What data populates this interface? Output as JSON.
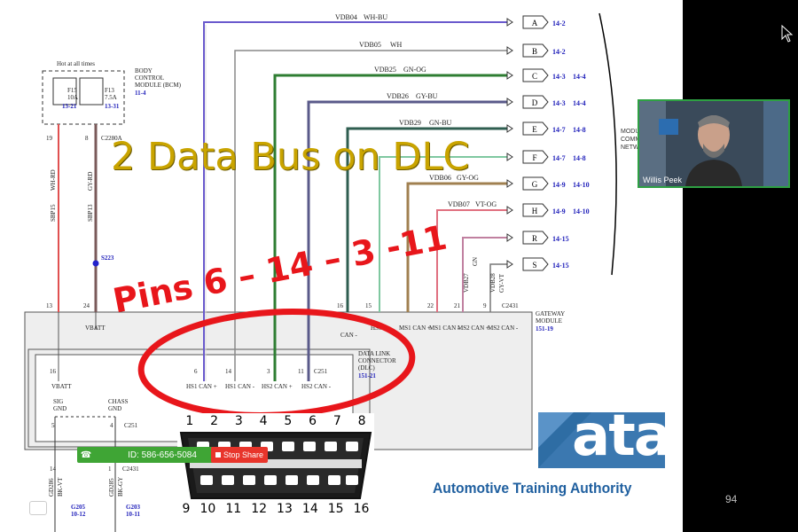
{
  "slide": {
    "headline": "2 Data Bus on DLC",
    "pins_annotation": "Pins 6 – 14 – 3 -11",
    "page_number": "94"
  },
  "wires_right": [
    {
      "circuit": "VDB04",
      "color_code": "WH-BU",
      "letter": "A",
      "refs": [
        "14-2"
      ]
    },
    {
      "circuit": "VDB05",
      "color_code": "WH",
      "letter": "B",
      "refs": [
        "14-2"
      ]
    },
    {
      "circuit": "VDB25",
      "color_code": "GN-OG",
      "letter": "C",
      "refs": [
        "14-3",
        "14-4"
      ]
    },
    {
      "circuit": "VDB26",
      "color_code": "GY-BU",
      "letter": "D",
      "refs": [
        "14-3",
        "14-4"
      ]
    },
    {
      "circuit": "VDB29",
      "color_code": "GN-BU",
      "letter": "E",
      "refs": [
        "14-7",
        "14-8"
      ]
    },
    {
      "circuit": "",
      "color_code": "",
      "letter": "F",
      "refs": [
        "14-7",
        "14-8"
      ]
    },
    {
      "circuit": "VDB06",
      "color_code": "GY-OG",
      "letter": "G",
      "refs": [
        "14-9",
        "14-10"
      ]
    },
    {
      "circuit": "VDB07",
      "color_code": "VT-OG",
      "letter": "H",
      "refs": [
        "14-9",
        "14-10"
      ]
    },
    {
      "circuit": "",
      "color_code": "",
      "letter": "R",
      "refs": [
        "14-15"
      ]
    },
    {
      "circuit": "",
      "color_code": "",
      "letter": "S",
      "refs": [
        "14-15"
      ]
    }
  ],
  "bcm": {
    "hot_label": "Hot at all times",
    "title_lines": [
      "BODY",
      "CONTROL",
      "MODULE (BCM)"
    ],
    "ref": "11-4",
    "fuses": [
      {
        "name": "F15",
        "rating": "10A",
        "ref": "13-21"
      },
      {
        "name": "F13",
        "rating": "7.5A",
        "ref": "13-31"
      }
    ],
    "pins": [
      "19",
      "8"
    ],
    "connector": "C2280A",
    "wires": [
      {
        "circuit": "SBP15",
        "color_code": "WH-RD"
      },
      {
        "circuit": "SBP13",
        "color_code": "GY-RD"
      }
    ],
    "splice": "S223"
  },
  "module_comm": [
    "MODULE",
    "COMM",
    "NETW"
  ],
  "gateway": {
    "title_lines": [
      "GATEWAY",
      "MODULE"
    ],
    "ref": "151-19",
    "connector": "C2431",
    "vbatt": "VBATT",
    "pins_top": [
      "13",
      "24",
      "16",
      "15",
      "22",
      "21",
      "9"
    ],
    "labels": [
      "CAN -",
      "HS3",
      "MS1 CAN +",
      "MS1 CAN -",
      "MS2 CAN +",
      "MS2 CAN -"
    ],
    "side_wires": [
      "VDB27",
      "VDB28",
      "GN",
      "GY-VT"
    ]
  },
  "dlc": {
    "title_lines": [
      "DATA LINK",
      "CONNECTOR",
      "(DLC)"
    ],
    "ref": "151-21",
    "connector": "C251",
    "pin_vbatt": "16",
    "vbatt": "VBATT",
    "pins": [
      {
        "pin": "6",
        "label": "HS1 CAN +"
      },
      {
        "pin": "14",
        "label": "HS1 CAN -"
      },
      {
        "pin": "3",
        "label": "HS2 CAN +"
      },
      {
        "pin": "11",
        "label": "HS2 CAN -"
      }
    ],
    "sig_gnd": [
      "SIG",
      "GND"
    ],
    "chass_gnd": [
      "CHASS",
      "GND"
    ],
    "gnd_pins": [
      "5",
      "4"
    ],
    "gnd_connector": "C251"
  },
  "bottom_grounds": [
    {
      "pin": "14",
      "circuit": "GD286",
      "color_code": "BK-VT",
      "ground": "G205",
      "ref": "10-12"
    },
    {
      "pin": "1",
      "circuit": "GD285",
      "color_code": "BK-GY",
      "connector": "C2431",
      "ground": "G203",
      "ref": "10-11"
    }
  ],
  "obd_connector": {
    "top_pins": [
      "1",
      "2",
      "3",
      "4",
      "5",
      "6",
      "7",
      "8"
    ],
    "bottom_pins": [
      "9",
      "10",
      "11",
      "12",
      "13",
      "14",
      "15",
      "16"
    ]
  },
  "logo": {
    "text": "ata",
    "tagline": "Automotive Training Authority"
  },
  "call_bar": {
    "meeting_id": "ID: 586-656-5084",
    "stop_share": "Stop Share"
  },
  "video": {
    "participant": "Willis Peek"
  },
  "colors": {
    "accent_red": "#e8161b",
    "headline_gold": "#c9a400",
    "ata_blue": "#2e6da4",
    "call_green": "#3fa535"
  }
}
